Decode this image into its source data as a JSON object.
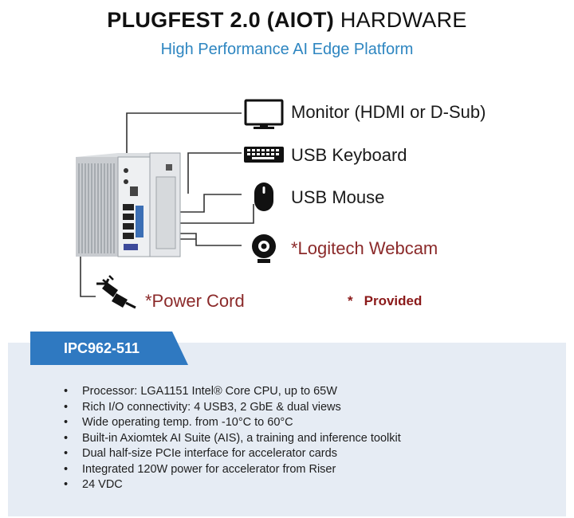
{
  "header": {
    "title_bold": "PLUGFEST 2.0 (AIOT)",
    "title_plain": "HARDWARE",
    "subtitle": "High Performance AI Edge Platform"
  },
  "peripherals": {
    "monitor": "Monitor (HDMI or D-Sub)",
    "keyboard": "USB Keyboard",
    "mouse": "USB Mouse",
    "webcam": "*Logitech Webcam",
    "power": "*Power Cord"
  },
  "legend": {
    "star": "*",
    "text": "Provided"
  },
  "product": {
    "model": "IPC962-511",
    "specs": [
      "Processor: LGA1151 Intel® Core CPU, up to 65W",
      "Rich I/O connectivity: 4 USB3, 2 GbE & dual views",
      "Wide operating temp. from -10°C to 60°C",
      "Built-in Axiomtek AI Suite (AIS), a training and inference toolkit",
      "Dual half-size PCIe interface for accelerator cards",
      "Integrated 120W power for accelerator from Riser",
      "24 VDC"
    ]
  },
  "colors": {
    "accent_blue": "#2e86c1",
    "tab_blue": "#2f79c1",
    "provided_red": "#8b2a2a",
    "panel_bg": "#e6ecf4"
  },
  "icons": [
    "monitor-icon",
    "keyboard-icon",
    "mouse-icon",
    "webcam-icon",
    "power-plug-icon",
    "ipc-device-image"
  ]
}
